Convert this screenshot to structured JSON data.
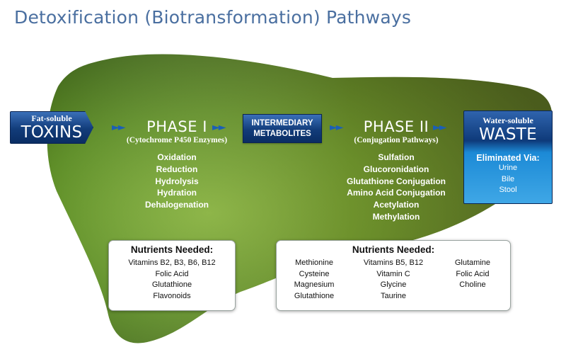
{
  "title": "Detoxification (Biotransformation) Pathways",
  "colors": {
    "liver_dark": "#2e4e12",
    "liver_light": "#7fae3a",
    "box_blue": "#123c7a",
    "arrow_blue": "#1b5fb5"
  },
  "toxins": {
    "small": "Fat-soluble",
    "big": "TOXINS"
  },
  "arrows": "►►",
  "phase1": {
    "title": "PHASE I",
    "subtitle": "(Cytochrome P450 Enzymes)",
    "items": [
      "Oxidation",
      "Reduction",
      "Hydrolysis",
      "Hydration",
      "Dehalogenation"
    ]
  },
  "intermediary": {
    "line1": "INTERMEDIARY",
    "line2": "METABOLITES"
  },
  "phase2": {
    "title": "PHASE II",
    "subtitle": "(Conjugation Pathways)",
    "items": [
      "Sulfation",
      "Glucoronidation",
      "Glutathione Conjugation",
      "Amino Acid Conjugation",
      "Acetylation",
      "Methylation"
    ]
  },
  "waste": {
    "small": "Water-soluble",
    "big": "WASTE",
    "eliminated_label": "Eliminated Via:",
    "items": [
      "Urine",
      "Bile",
      "Stool"
    ]
  },
  "nutrients1": {
    "heading": "Nutrients Needed:",
    "items": [
      "Vitamins B2, B3, B6, B12",
      "Folic Acid",
      "Glutathione",
      "Flavonoids"
    ]
  },
  "nutrients2": {
    "heading": "Nutrients Needed:",
    "col1": [
      "Methionine",
      "Cysteine",
      "Magnesium",
      "Glutathione"
    ],
    "col2": [
      "Vitamins B5, B12",
      "Vitamin C",
      "Glycine",
      "Taurine"
    ],
    "col3": [
      "Glutamine",
      "Folic Acid",
      "Choline"
    ]
  }
}
